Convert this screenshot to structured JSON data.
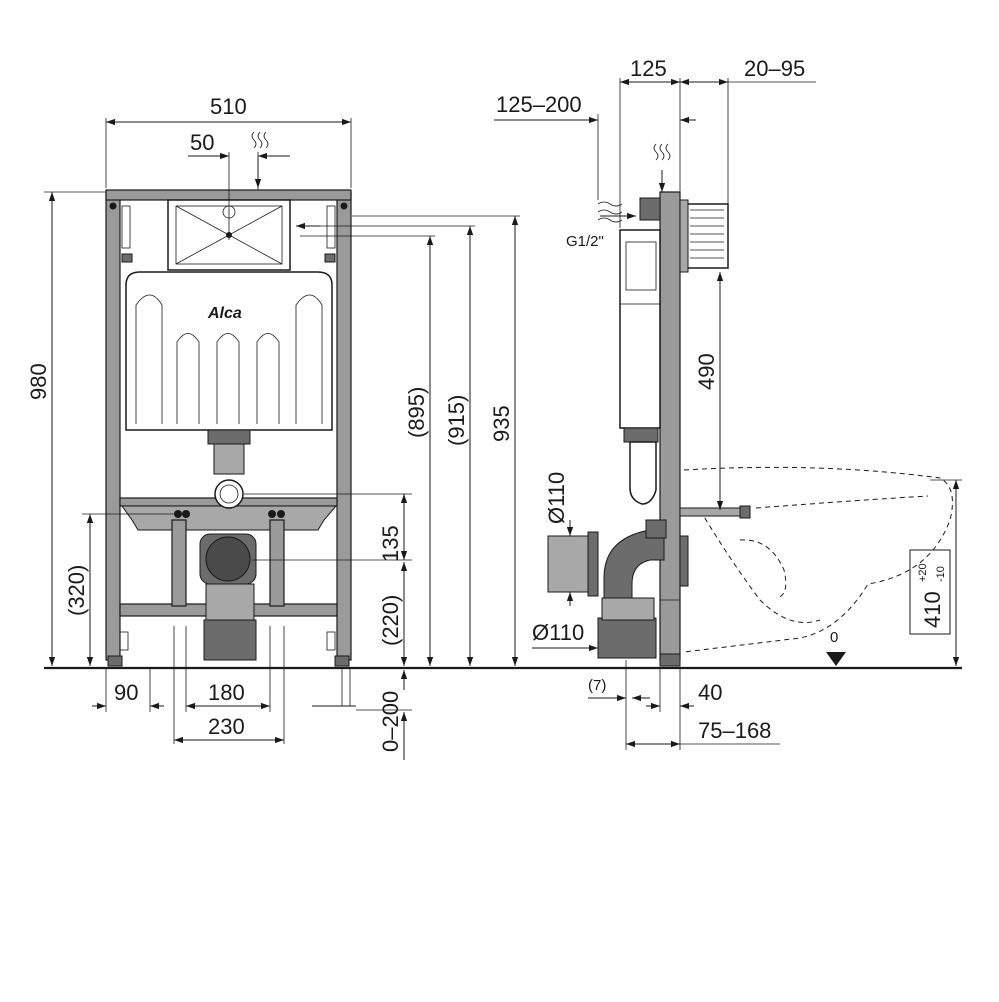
{
  "logo": "Alca",
  "front": {
    "width": "510",
    "offset": "50",
    "height": "980",
    "h_895": "(895)",
    "h_915": "(915)",
    "h_935": "935",
    "h_320": "(320)",
    "h_135": "135",
    "h_220": "(220)",
    "foot_90": "90",
    "foot_180": "180",
    "foot_230": "230",
    "adjust": "0–200"
  },
  "side": {
    "d_125": "125",
    "d_20_95": "20–95",
    "d_125_200": "125–200",
    "thread": "G1/2\"",
    "d_490": "490",
    "pipe_top": "Ø110",
    "pipe_bottom": "Ø110",
    "d_7": "(7)",
    "d_40": "40",
    "d_75_168": "75–168",
    "zero": "0",
    "bowl_height": "410",
    "tol_plus": "+20",
    "tol_minus": "-10"
  }
}
